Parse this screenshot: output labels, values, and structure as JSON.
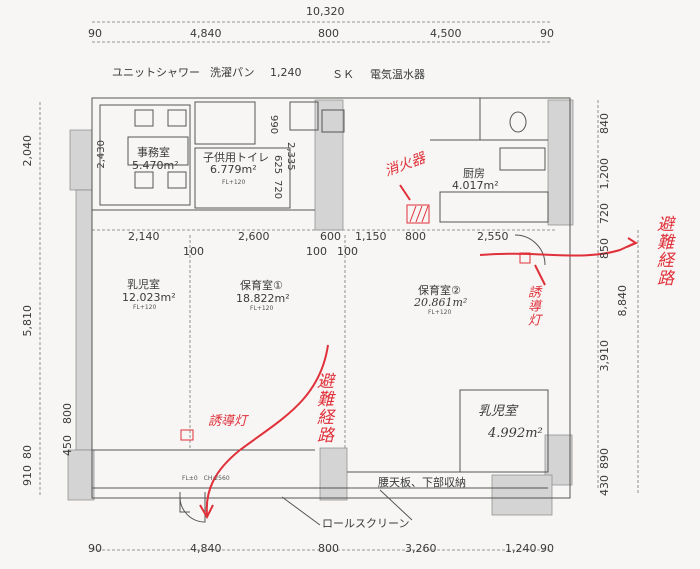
{
  "dims_top": {
    "total": "10,320",
    "left_edge": "90",
    "left_span": "4,840",
    "mid_span": "800",
    "right_span": "4,500",
    "right_edge": "90"
  },
  "fixtures": {
    "unit_shower": "ユニットシャワー",
    "laundry_pan": "洗濯パン",
    "laundry_width": "1,240",
    "sk": "ＳＫ",
    "water_heater": "電気温水器"
  },
  "rooms": {
    "office": {
      "name": "事務室",
      "area": "5.470m²"
    },
    "kids_toilet": {
      "name": "子供用トイレ",
      "area": "6.779m²",
      "fl": "FL+120"
    },
    "kitchen": {
      "name": "厨房",
      "area": "4.017m²"
    },
    "infant_room": {
      "name": "乳児室",
      "area": "12.023m²",
      "fl": "FL+120"
    },
    "nursery1": {
      "name": "保育室①",
      "area": "18.822m²",
      "fl": "FL+120"
    },
    "nursery2": {
      "name": "保育室②",
      "area": "20.861m²",
      "fl": "FL+120"
    },
    "infant_room2": {
      "name": "乳児室",
      "area": "4.992m²"
    }
  },
  "toilet_dims": {
    "d990": "990",
    "d2335": "2,335",
    "d625": "625",
    "d720": "720",
    "d2430": "2,430"
  },
  "dims_mid": {
    "a": "2,140",
    "b": "2,600",
    "c": "600",
    "d": "1,150",
    "e": "800",
    "f": "2,550",
    "w1": "100",
    "w2": "100",
    "w3": "100"
  },
  "dims_left": {
    "a": "2,040",
    "b": "5,810",
    "c": "800",
    "d": "450",
    "e": "80",
    "f": "910"
  },
  "dims_right": {
    "a": "840",
    "b": "1,200",
    "c": "720",
    "d": "850",
    "total": "8,840",
    "e": "3,910",
    "f": "890",
    "g": "430"
  },
  "dims_bottom": {
    "a": "90",
    "b": "4,840",
    "c": "800",
    "d": "3,260",
    "e": "1,240",
    "f": "90"
  },
  "notes": {
    "floor": "FL±0　CH:2560",
    "counter": "腰天板、下部収納",
    "roll_screen": "ロールスクリーン"
  },
  "annotations": {
    "extinguisher": "消火器",
    "evac_route_right": "避難経路",
    "evac_route_center": "避難経路",
    "guide_light_left": "誘導灯",
    "guide_light_right": "誘導灯"
  },
  "colors": {
    "annotation_red": "#e0303a",
    "wall_gray": "#d4d4d4",
    "line": "#555555"
  }
}
